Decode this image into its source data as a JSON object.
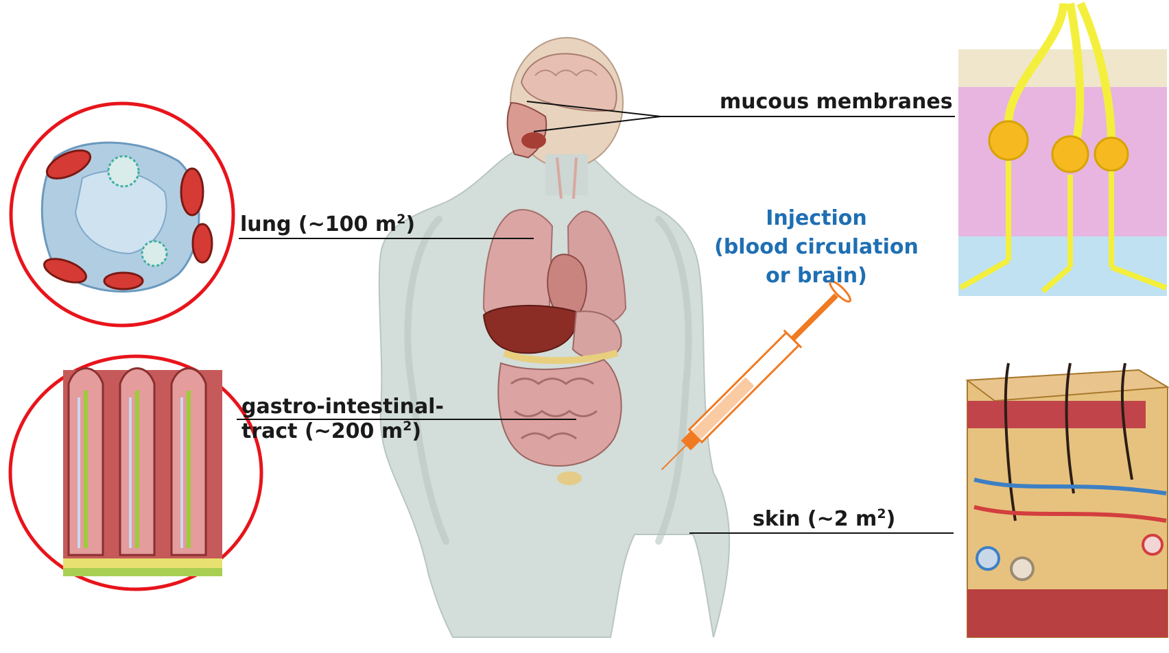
{
  "labels": {
    "mucous": "mucous membranes",
    "lung_text": "lung (~100 m",
    "lung_sup": "2",
    "lung_end": ")",
    "gi_line1": "gastro-intestinal-",
    "gi_line2": "tract (~200 m",
    "gi_sup": "2",
    "gi_end": ")",
    "skin_text": "skin (~2 m",
    "skin_sup": "2",
    "skin_end": ")",
    "injection_line1": "Injection",
    "injection_line2": "(blood circulation",
    "injection_line3": "or brain)"
  },
  "colors": {
    "circle_outline": "#e8141b",
    "injection_text": "#1f6fb3",
    "syringe": "#f07a22",
    "leader_line": "#111111",
    "body": "#cfd9d6",
    "lung": "#d9a0a0",
    "liver": "#8a2b24",
    "intestine": "#dca2a0"
  },
  "icons": {
    "lung_alveolus": "alveolus-illustration",
    "intestinal_villi": "villi-illustration",
    "human_body": "human-torso-anatomy",
    "mucosa": "olfactory-mucosa-illustration",
    "skin_block": "skin-cross-section-illustration",
    "syringe": "syringe-icon"
  }
}
